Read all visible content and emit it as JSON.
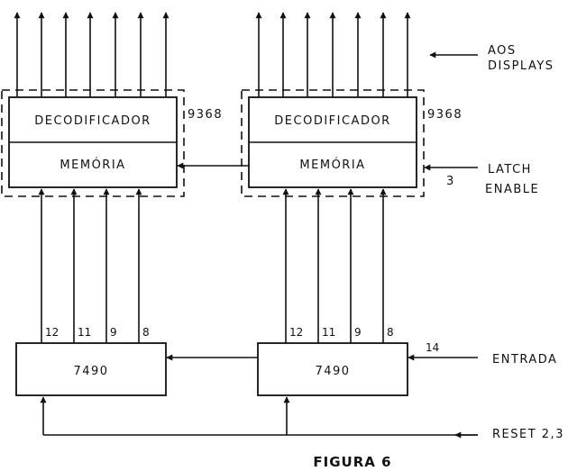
{
  "labels": {
    "decoder": "DECODIFICADOR",
    "memory": "MEMÓRIA",
    "chip_ic": "9368",
    "counter": "7490",
    "aos": "AOS",
    "displays": "DISPLAYS",
    "latch": "LATCH",
    "enable": "ENABLE",
    "latch_pin": "3",
    "entrada": "ENTRADA",
    "entrada_pin": "14",
    "reset": "RESET 2,3",
    "caption": "FIGURA 6"
  },
  "pins": [
    "12",
    "11",
    "9",
    "8"
  ]
}
